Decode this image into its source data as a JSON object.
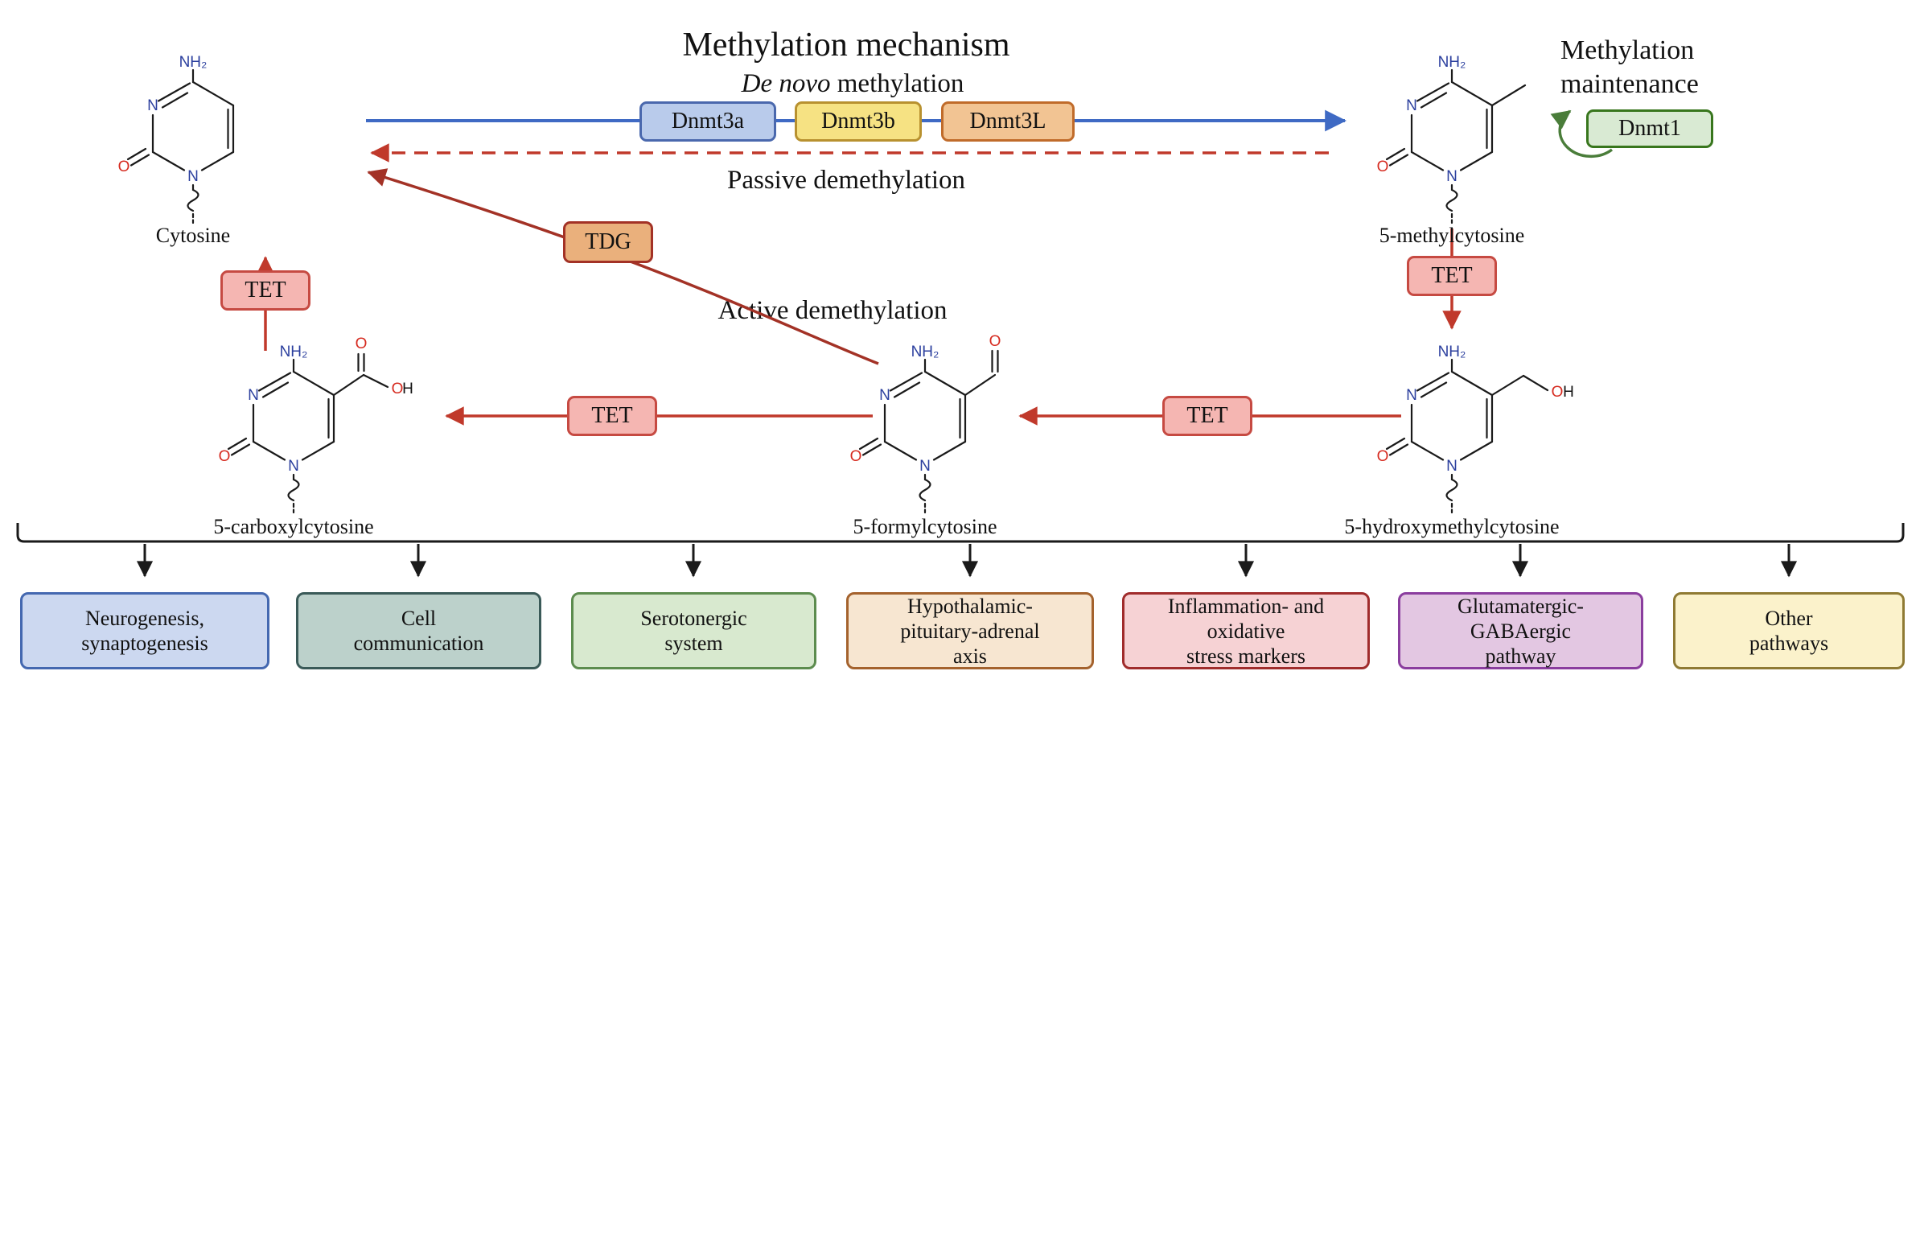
{
  "title": "Methylation mechanism",
  "labels": {
    "de_novo_italic": "De novo",
    "de_novo_rest": " methylation",
    "passive": "Passive demethylation",
    "active": "Active demethylation",
    "maintenance": "Methylation\nmaintenance"
  },
  "enzymes": {
    "dnmt3a": "Dnmt3a",
    "dnmt3b": "Dnmt3b",
    "dnmt3l": "Dnmt3L",
    "dnmt1": "Dnmt1",
    "tet": "TET",
    "tdg": "TDG"
  },
  "molecules": {
    "cytosine": "Cytosine",
    "methylcytosine": "5-methylcytosine",
    "hydroxymethylcytosine": "5-hydroxymethylcytosine",
    "formylcytosine": "5-formylcytosine",
    "carboxylcytosine": "5-carboxylcytosine"
  },
  "atoms": {
    "nh2": "NH₂",
    "n": "N",
    "o": "O",
    "h": "H"
  },
  "pathways": [
    {
      "label": "Neurogenesis,\nsynaptogenesis",
      "bg": "#ccd8f0",
      "border": "#4468b0"
    },
    {
      "label": "Cell\ncommunication",
      "bg": "#bcd1cb",
      "border": "#3a5a58"
    },
    {
      "label": "Serotonergic\nsystem",
      "bg": "#d8e9cf",
      "border": "#5c8c4e"
    },
    {
      "label": "Hypothalamic-\npituitary-adrenal\naxis",
      "bg": "#f7e6d1",
      "border": "#a4622d"
    },
    {
      "label": "Inflammation- and\noxidative\nstress markers",
      "bg": "#f6d2d4",
      "border": "#a02c2c"
    },
    {
      "label": "Glutamatergic-\nGABAergic\npathway",
      "bg": "#e3c7e2",
      "border": "#8a3d9e"
    },
    {
      "label": "Other\npathways",
      "bg": "#fbf2cb",
      "border": "#8f7a33"
    }
  ],
  "colors": {
    "de_novo_arrow": "#3f6ac4",
    "passive_arrow": "#c0392b",
    "tet_arrow": "#c0392b",
    "tdg_arrow": "#a33226",
    "maintenance_arrow": "#4a7d3a",
    "bracket": "#1a1a1a"
  }
}
